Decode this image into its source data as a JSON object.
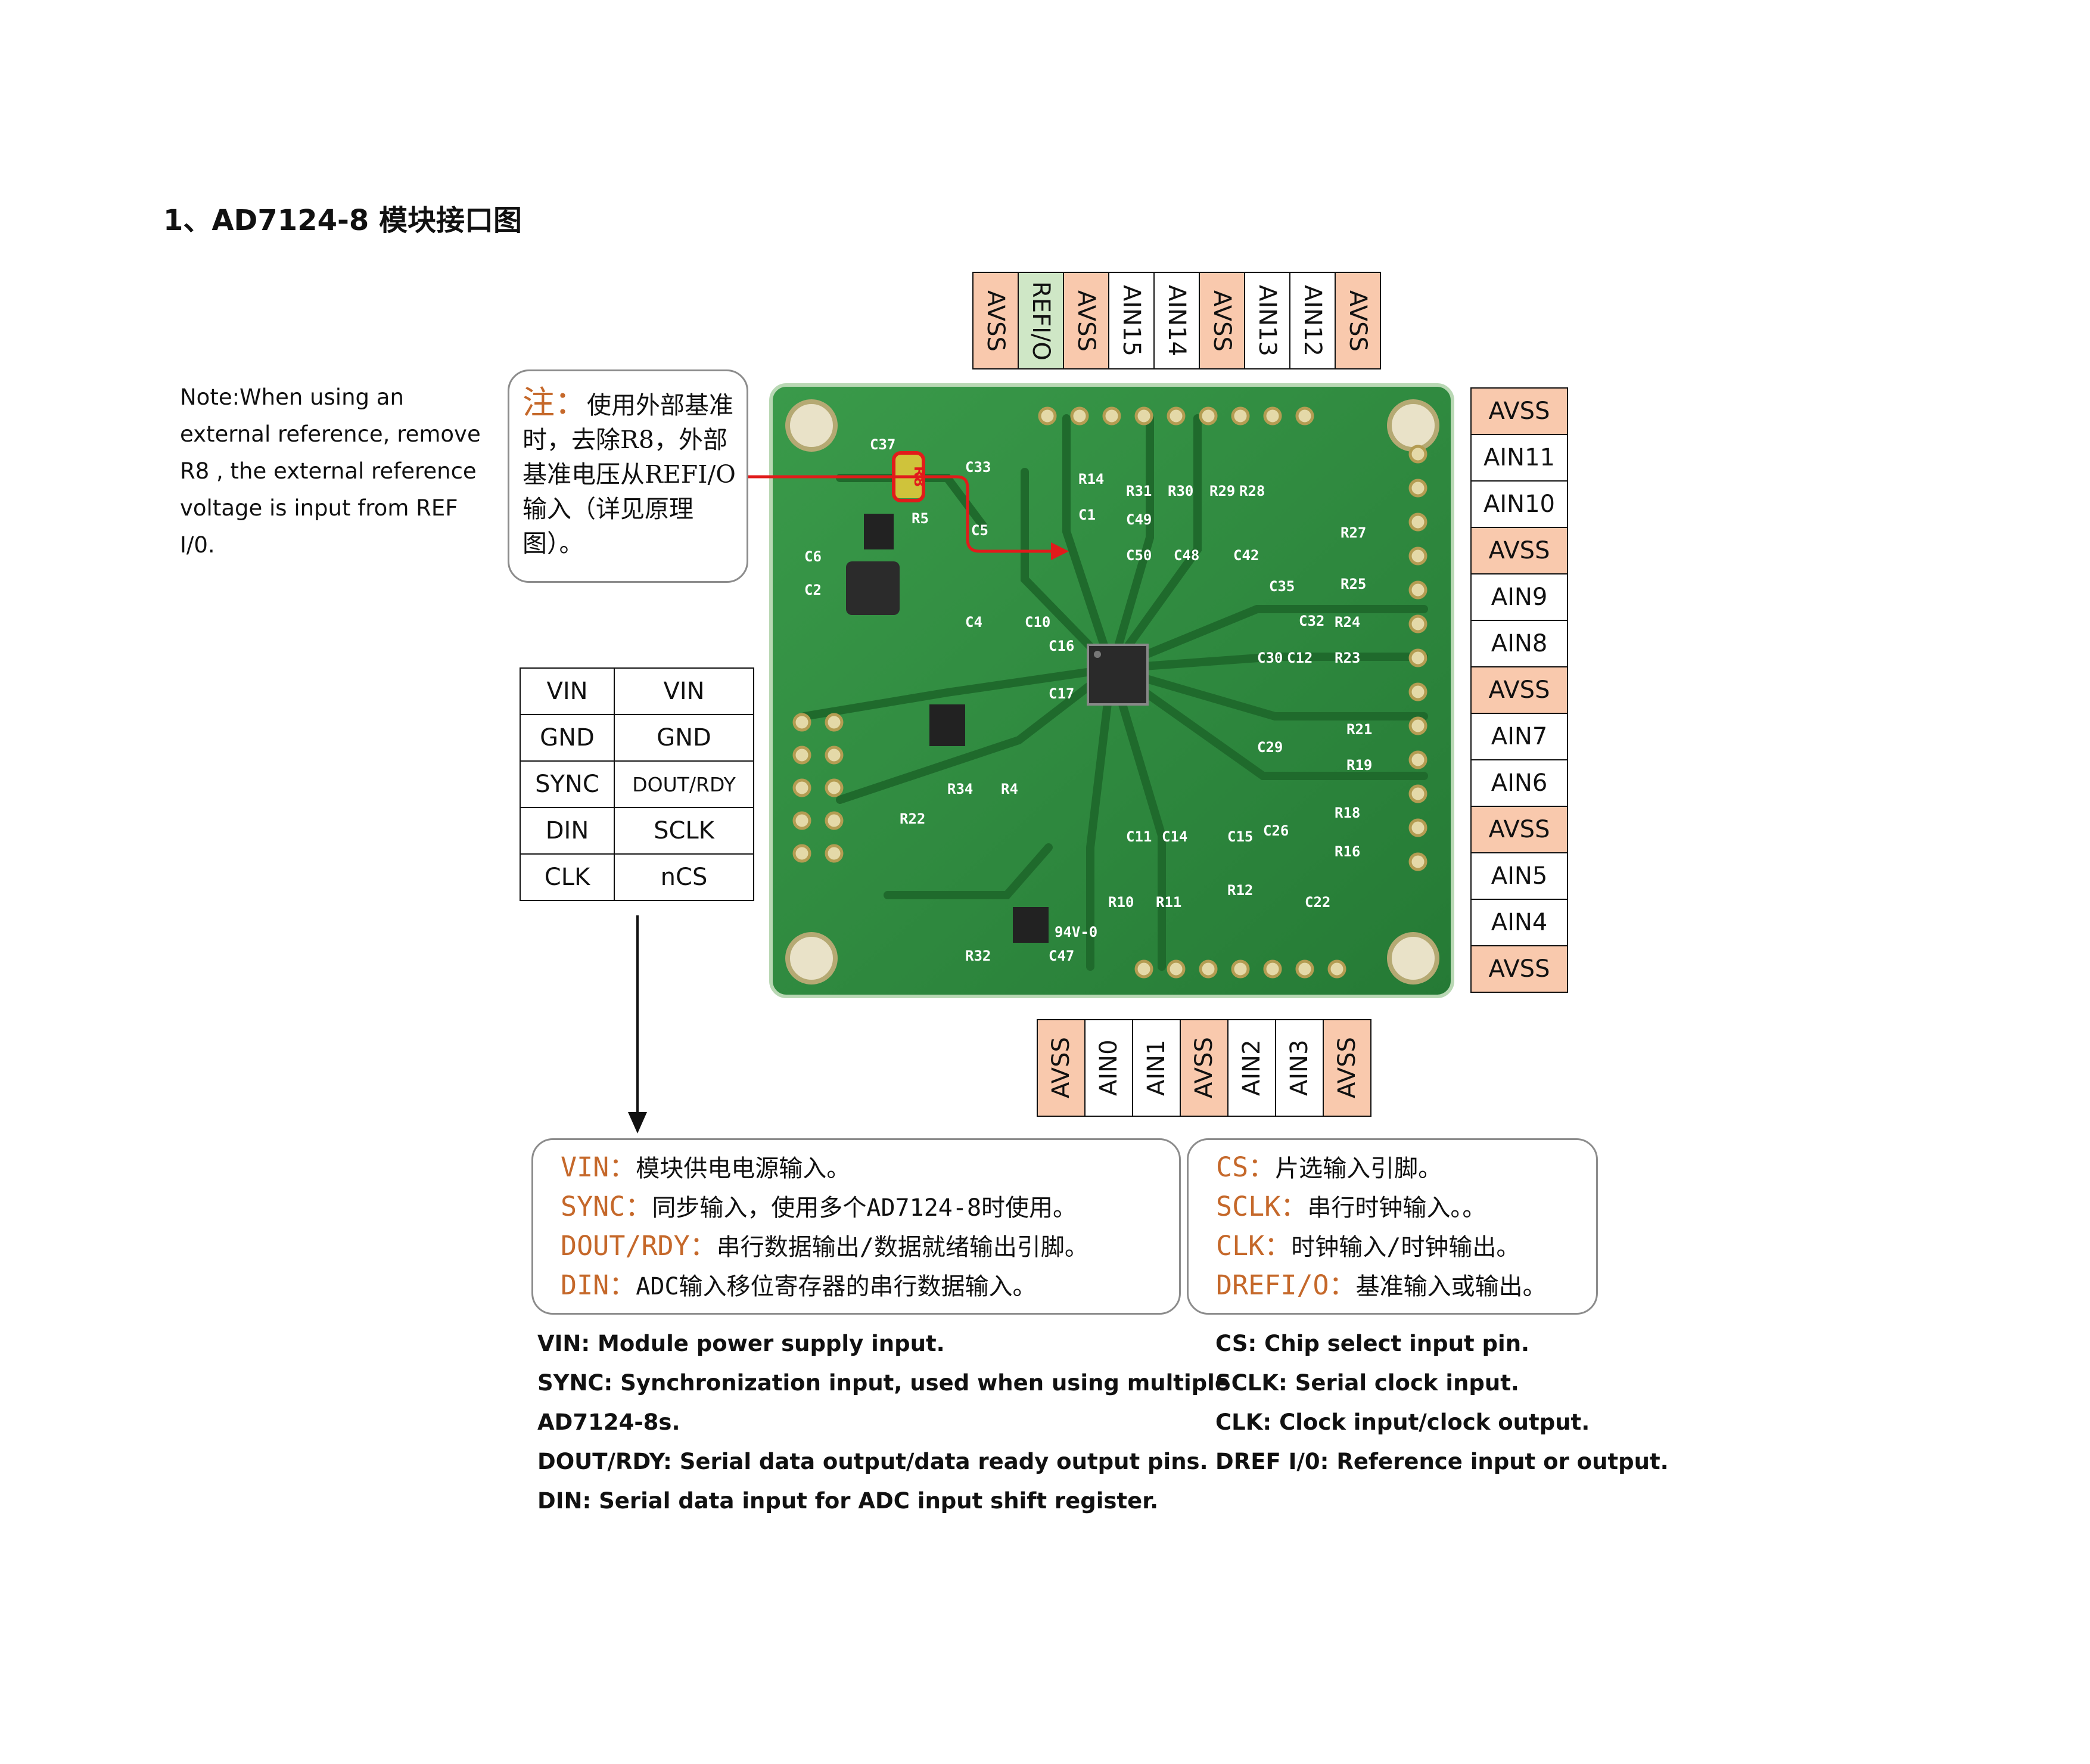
{
  "title": "1、AD7124-8 模块接口图",
  "note_en": "Note:When using an external reference, remove R8 , the external reference voltage is input from REF I/0.",
  "note_zh": {
    "label": "注：",
    "text": "使用外部基准时，去除R8，外部基准电压从REFI/O输入（详见原理图）。"
  },
  "top_pins": [
    "AVSS",
    "REFI/O",
    "AVSS",
    "AIN15",
    "AIN14",
    "AVSS",
    "AIN13",
    "AIN12",
    "AVSS"
  ],
  "right_pins": [
    "AVSS",
    "AIN11",
    "AIN10",
    "AVSS",
    "AIN9",
    "AIN8",
    "AVSS",
    "AIN7",
    "AIN6",
    "AVSS",
    "AIN5",
    "AIN4",
    "AVSS"
  ],
  "bottom_pins": [
    "AVSS",
    "AIN0",
    "AIN1",
    "AVSS",
    "AIN2",
    "AIN3",
    "AVSS"
  ],
  "power_header": [
    [
      "VIN",
      "VIN"
    ],
    [
      "GND",
      "GND"
    ],
    [
      "SYNC",
      "DOUT/RDY"
    ],
    [
      "DIN",
      "SCLK"
    ],
    [
      "CLK",
      "nCS"
    ]
  ],
  "pcb_silkscreen": {
    "r8": "R8",
    "labels": [
      "C37",
      "C33",
      "R14",
      "R31",
      "R30",
      "R29",
      "R28",
      "R5",
      "C5",
      "C1",
      "C49",
      "C50",
      "C48",
      "C42",
      "R27",
      "R25",
      "C6",
      "C2",
      "C4",
      "C10",
      "C35",
      "C32",
      "R24",
      "R23",
      "C16",
      "C17",
      "C30",
      "C12",
      "C29",
      "R21",
      "R19",
      "R34",
      "R4",
      "C26",
      "R18",
      "R16",
      "R22",
      "C11",
      "C14",
      "C15",
      "R10",
      "R11",
      "R12",
      "C22",
      "R32",
      "C47",
      "94V-0"
    ]
  },
  "info_zh_left": [
    {
      "key": "VIN：",
      "text": "模块供电电源输入。"
    },
    {
      "key": "SYNC：",
      "text": "同步输入，使用多个AD7124-8时使用。"
    },
    {
      "key": "DOUT/RDY：",
      "text": "串行数据输出/数据就绪输出引脚。"
    },
    {
      "key": "DIN：",
      "text": "ADC输入移位寄存器的串行数据输入。"
    }
  ],
  "info_zh_right": [
    {
      "key": "CS：",
      "text": "片选输入引脚。"
    },
    {
      "key": "SCLK：",
      "text": "串行时钟输入。。"
    },
    {
      "key": "CLK：",
      "text": "时钟输入/时钟输出。"
    },
    {
      "key": "DREFI/O：",
      "text": "基准输入或输出。"
    }
  ],
  "info_en_left": [
    "VIN: Module power supply input.",
    "SYNC: Synchronization input, used when using multiple",
    "AD7124-8s.",
    "DOUT/RDY: Serial data output/data ready output pins.",
    "DIN: Serial data input for ADC input shift register."
  ],
  "info_en_right": [
    "CS: Chip select input pin.",
    "SCLK: Serial clock input.",
    "CLK: Clock input/clock output.",
    "DREF I/0: Reference input or output."
  ],
  "colors": {
    "avss": "#f9c9ad",
    "ref": "#cfe7c6",
    "pcb": "#2e8b3f",
    "accent": "#c5682a",
    "callout": "#e11b1b"
  }
}
